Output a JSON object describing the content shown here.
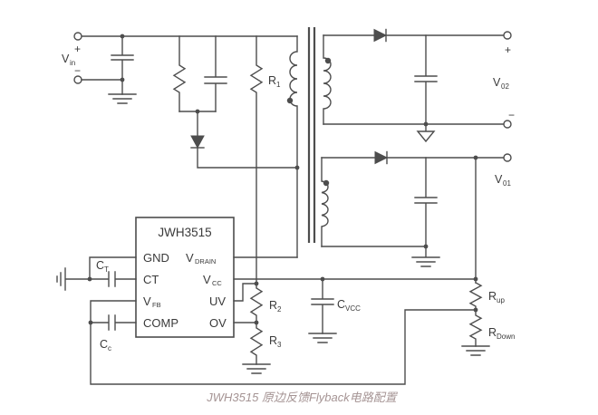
{
  "caption": {
    "text": "JWH3515 原边反馈Flyback电路配置"
  },
  "colors": {
    "wire": "#4d4d4d",
    "text": "#3a3a3a",
    "caption": "#a59494",
    "background": "#ffffff"
  },
  "input": {
    "label": {
      "main": "V",
      "sub": "in"
    },
    "plus": "+",
    "minus": "−"
  },
  "ic": {
    "title": "JWH3515",
    "pins": {
      "gnd": "GND",
      "ct": "CT",
      "vfb": {
        "main": "V",
        "sub": "FB"
      },
      "comp": "COMP",
      "vdrain": {
        "main": "V",
        "sub": "DRAIN"
      },
      "vcc": {
        "main": "V",
        "sub": "CC"
      },
      "uv": "UV",
      "ov": "OV"
    }
  },
  "components": {
    "r1": {
      "main": "R",
      "sub": "1"
    },
    "r2": {
      "main": "R",
      "sub": "2"
    },
    "r3": {
      "main": "R",
      "sub": "3"
    },
    "rup": {
      "main": "R",
      "sub": "up"
    },
    "rdown": {
      "main": "R",
      "sub": "Down"
    },
    "ct_cap": {
      "main": "C",
      "sub": "T"
    },
    "cc_cap": {
      "main": "C",
      "sub": "c"
    },
    "cvcc_cap": {
      "main": "C",
      "sub": "VCC"
    }
  },
  "outputs": {
    "v02": {
      "label": {
        "main": "V",
        "sub": "02"
      },
      "plus": "+",
      "minus": "−"
    },
    "v01": {
      "label": {
        "main": "V",
        "sub": "01"
      }
    }
  }
}
